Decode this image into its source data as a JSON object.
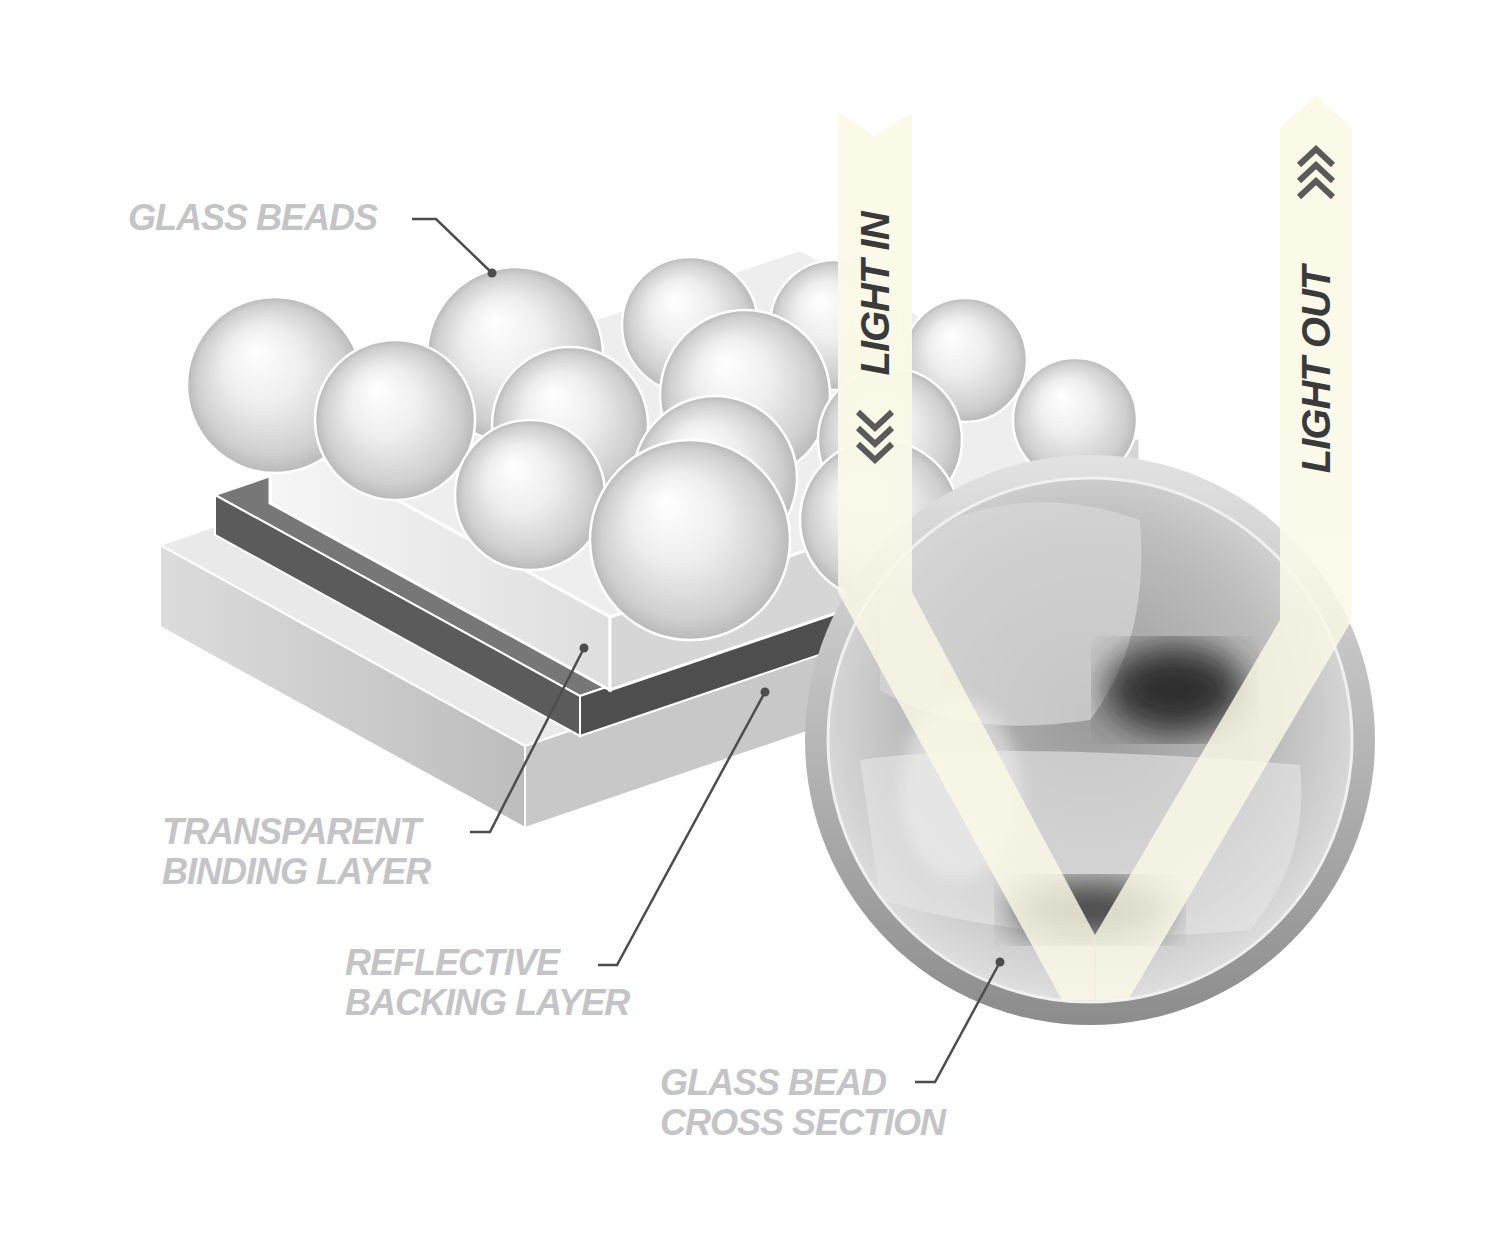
{
  "diagram": {
    "nodes": [
      {
        "text": [
          "LIGHT IN"
        ]
      },
      {
        "text": [
          "LIGHT OUT"
        ]
      }
    ],
    "labels": [
      "GLASS BEADS",
      "TRANSPARENT BINDING LAYER",
      "REFLECTIVE BACKING LAYER",
      "GLASS BEAD CROSS SECTION"
    ]
  }
}
